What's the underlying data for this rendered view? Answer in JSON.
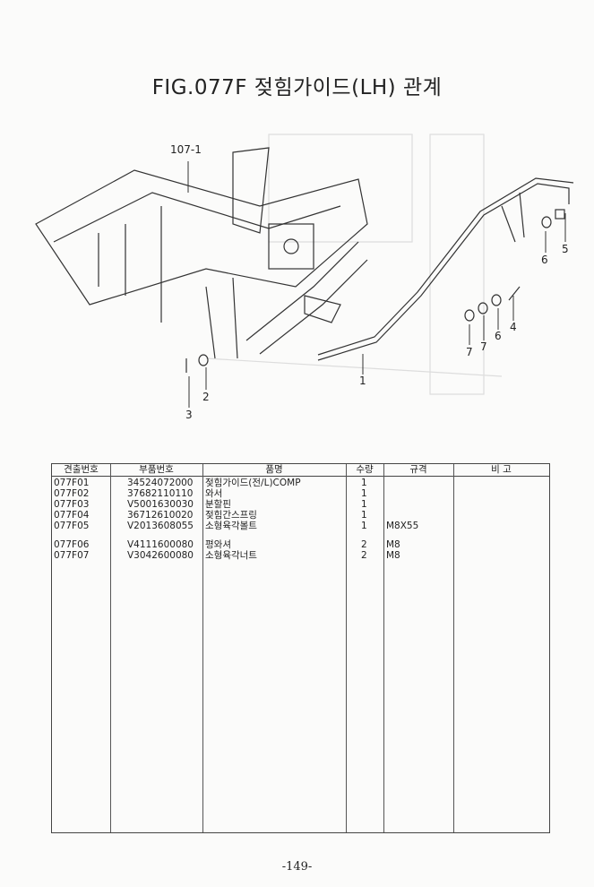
{
  "title": "FIG.077F 젖힘가이드(LH) 관계",
  "callouts": [
    "107-1",
    "1",
    "2",
    "3",
    "4",
    "5",
    "6",
    "6",
    "7",
    "7"
  ],
  "table": {
    "headers": [
      "견출번호",
      "부품번호",
      "품명",
      "수량",
      "규격",
      "비 고"
    ],
    "rows": [
      {
        "ref": "077F01",
        "part_no": "34524072000",
        "name": "젖힘가이드(전/L)COMP",
        "qty": "1",
        "spec": ""
      },
      {
        "ref": "077F02",
        "part_no": "37682110110",
        "name": "와서",
        "qty": "1",
        "spec": ""
      },
      {
        "ref": "077F03",
        "part_no": "V5001630030",
        "name": "분할핀",
        "qty": "1",
        "spec": ""
      },
      {
        "ref": "077F04",
        "part_no": "36712610020",
        "name": "젖힘간스프링",
        "qty": "1",
        "spec": ""
      },
      {
        "ref": "077F05",
        "part_no": "V2013608055",
        "name": "소형육각볼트",
        "qty": "1",
        "spec": "M8X55"
      },
      {
        "ref": "077F06",
        "part_no": "V4111600080",
        "name": "평와셔",
        "qty": "2",
        "spec": "M8"
      },
      {
        "ref": "077F07",
        "part_no": "V3042600080",
        "name": "소형육각너트",
        "qty": "2",
        "spec": "M8"
      }
    ]
  },
  "page_number": "-149-"
}
